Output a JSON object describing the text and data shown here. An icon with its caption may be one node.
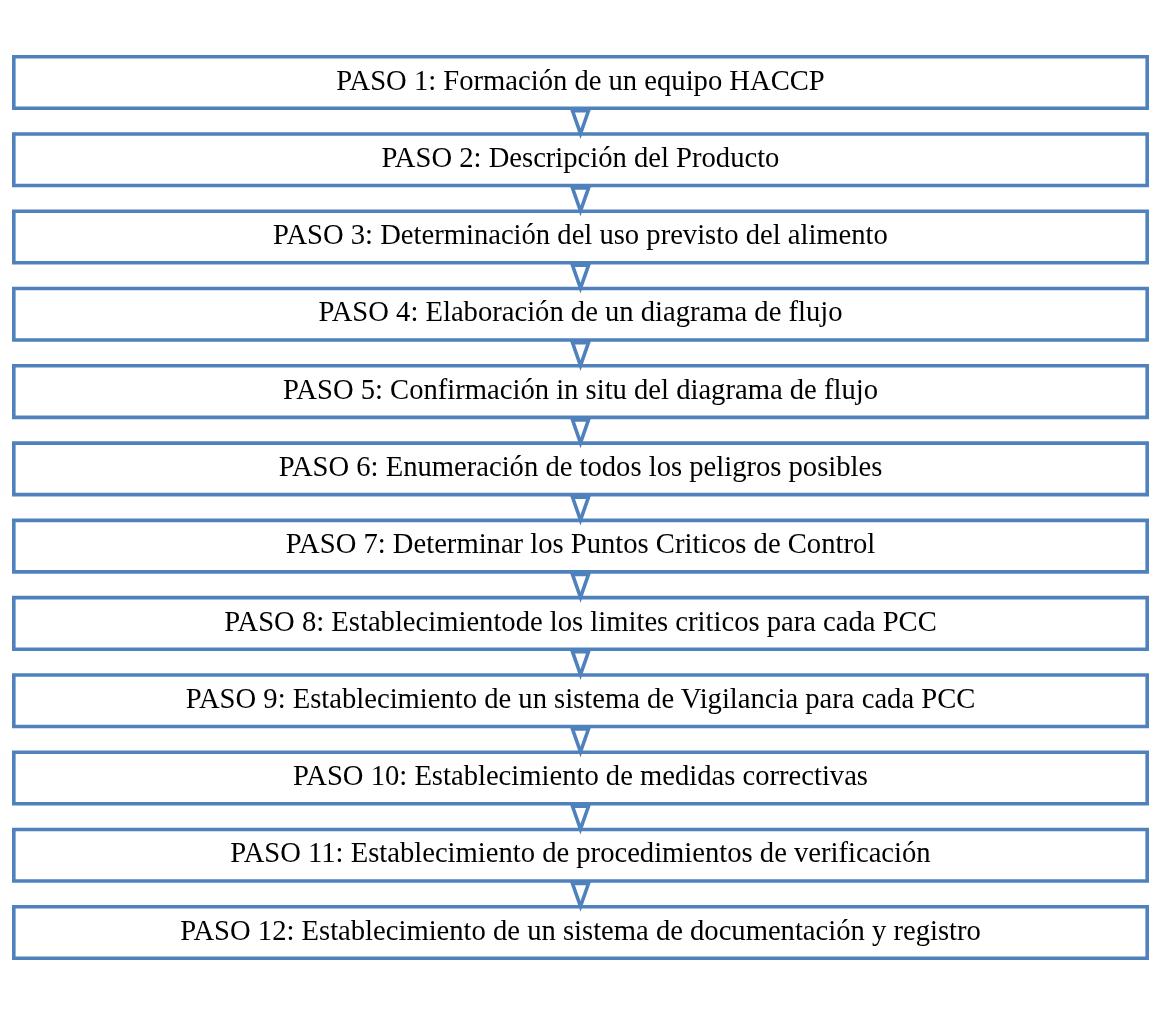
{
  "diagram": {
    "nodes": [
      {
        "text": [
          "PASO 1: Formación de un equipo HACCP"
        ]
      },
      {
        "text": [
          "PASO 2: Descripción del Producto"
        ]
      },
      {
        "text": [
          "PASO 3: Determinación del uso previsto del alimento"
        ]
      },
      {
        "text": [
          "PASO 4: Elaboración de un diagrama de flujo"
        ]
      },
      {
        "text": [
          "PASO 5: Confirmación in situ del diagrama de flujo"
        ]
      },
      {
        "text": [
          "PASO 6: Enumeración de todos los peligros posibles"
        ]
      },
      {
        "text": [
          "PASO 7: Determinar los Puntos Criticos de Control"
        ]
      },
      {
        "text": [
          "PASO 8: Establecimientode los limites criticos para cada PCC"
        ]
      },
      {
        "text": [
          "PASO 9: Establecimiento de un sistema de Vigilancia para cada PCC"
        ]
      },
      {
        "text": [
          "PASO 10: Establecimiento de medidas correctivas"
        ]
      },
      {
        "text": [
          "PASO 11: Establecimiento de procedimientos de verificación"
        ]
      },
      {
        "text": [
          "PASO 12: Establecimiento de un sistema de documentación y registro"
        ]
      }
    ],
    "edges": [
      {
        "from": 0,
        "to": 1,
        "arrow": "to"
      },
      {
        "from": 1,
        "to": 2,
        "arrow": "to"
      },
      {
        "from": 2,
        "to": 3,
        "arrow": "to"
      },
      {
        "from": 3,
        "to": 4,
        "arrow": "to"
      },
      {
        "from": 4,
        "to": 5,
        "arrow": "to"
      },
      {
        "from": 5,
        "to": 6,
        "arrow": "to"
      },
      {
        "from": 6,
        "to": 7,
        "arrow": "to"
      },
      {
        "from": 7,
        "to": 8,
        "arrow": "to"
      },
      {
        "from": 8,
        "to": 9,
        "arrow": "to"
      },
      {
        "from": 9,
        "to": 10,
        "arrow": "to"
      },
      {
        "from": 10,
        "to": 11,
        "arrow": "to"
      }
    ]
  }
}
